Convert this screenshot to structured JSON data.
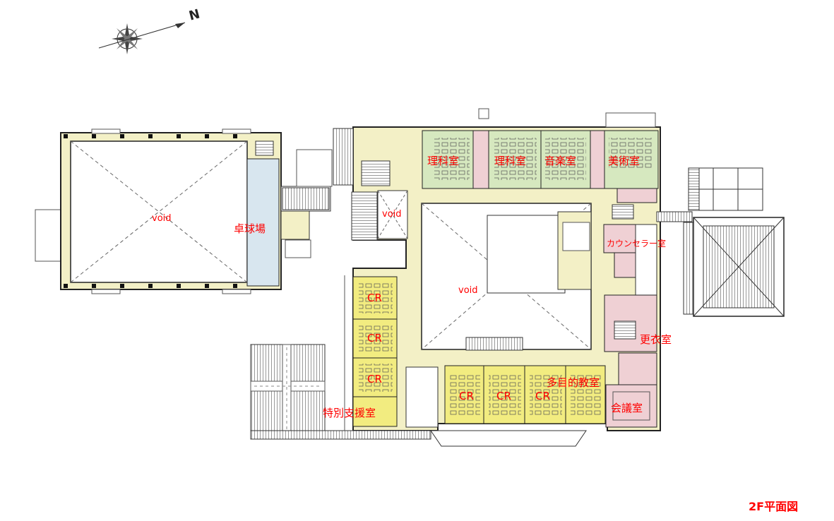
{
  "page": {
    "title": "2F平面図"
  },
  "compass": {
    "label": "N",
    "icon": "compass-rose-icon"
  },
  "rooms": {
    "gym_void": "void",
    "table_tennis": "卓球場",
    "void_small": "void",
    "void_courtyard": "void",
    "science_room_1": "理科室",
    "science_room_2": "理科室",
    "music_room": "音楽室",
    "art_room": "美術室",
    "counselor_room": "カウンセラー室",
    "changing_room": "更衣室",
    "meeting_room": "会議室",
    "multipurpose_room": "多目的教室",
    "special_support_room": "特別支援室",
    "cr_west_1": "CR",
    "cr_west_2": "CR",
    "cr_west_3": "CR",
    "cr_south_1": "CR",
    "cr_south_2": "CR",
    "cr_south_3": "CR"
  },
  "colors": {
    "corridor": "#f3f0c6",
    "classroom": "#f2ec80",
    "special_room": "#d6e8bf",
    "pink_room": "#efd0d4",
    "table_tennis": "#d8e6ef",
    "label": "#ff0000"
  }
}
